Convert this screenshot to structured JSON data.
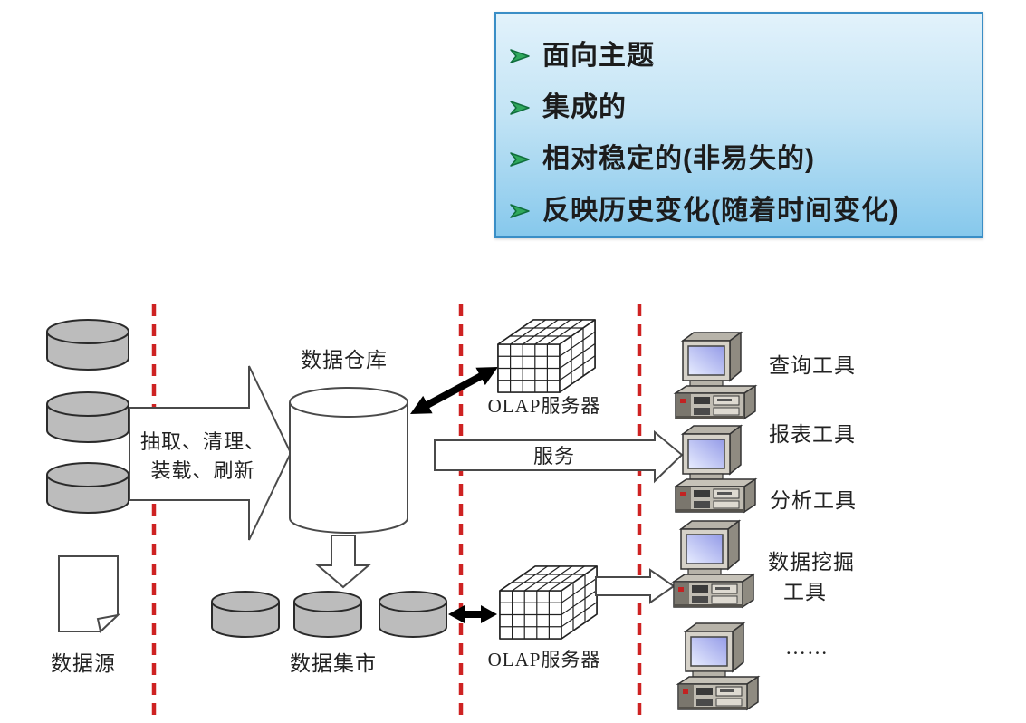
{
  "features_panel": {
    "items": [
      {
        "label": "面向主题"
      },
      {
        "label": "集成的"
      },
      {
        "label": "相对稳定的(非易失的)"
      },
      {
        "label": "反映历史变化(随着时间变化)"
      }
    ]
  },
  "diagram": {
    "source_label": "数据源",
    "etl_line1": "抽取、清理、",
    "etl_line2": "装载、刷新",
    "warehouse_label": "数据仓库",
    "datamart_label": "数据集市",
    "olap_top_label": "OLAP服务器",
    "olap_bottom_label": "OLAP服务器",
    "service_label": "服务",
    "tool_query": "查询工具",
    "tool_report": "报表工具",
    "tool_analysis": "分析工具",
    "tool_mining_line1": "数据挖掘",
    "tool_mining_line2": "工具",
    "tool_more": "……"
  },
  "colors": {
    "panel_border": "#3a8ec6",
    "panel_gradient_top": "#e2f2fb",
    "panel_gradient_bottom": "#86c8ec",
    "bullet_green": "#2fa85c",
    "divider_red": "#ce2222",
    "disk_gray": "#bcbcbc",
    "screen_blue_dark": "#959ce8",
    "screen_blue_light": "#e8edff",
    "text_black": "#1c1c1c"
  }
}
